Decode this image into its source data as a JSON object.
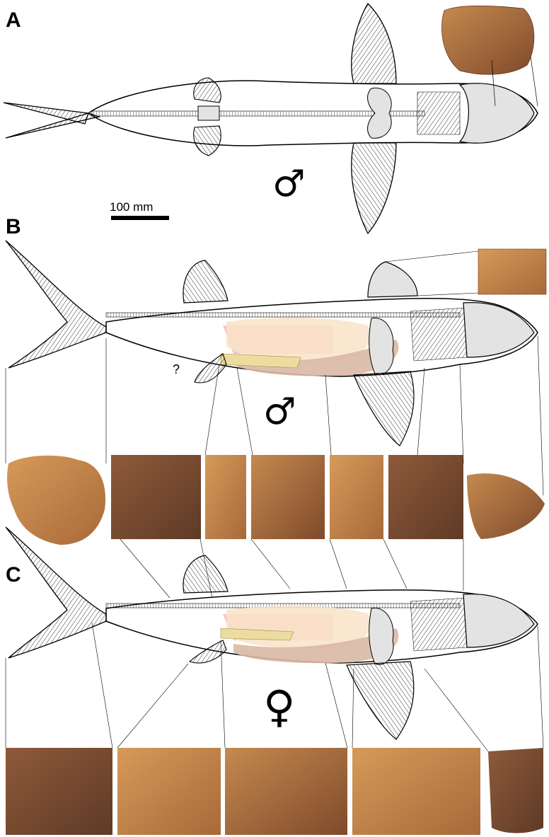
{
  "figure": {
    "panels": [
      {
        "label": "A",
        "sex_symbol": "♂",
        "view": "dorsal"
      },
      {
        "label": "B",
        "sex_symbol": "♂",
        "view": "lateral"
      },
      {
        "label": "C",
        "sex_symbol": "♀",
        "view": "lateral"
      }
    ],
    "scale_bar": {
      "label": "100 mm"
    },
    "uncertain_mark": "?"
  },
  "colors": {
    "bone": "#e3e3e3",
    "outline": "#000000",
    "gill": "#f4b6b6",
    "stomach": "#f9e3c8",
    "intestine": "#d9b8a4",
    "clasper": "#ecdca0",
    "rock": "#b07a43"
  }
}
